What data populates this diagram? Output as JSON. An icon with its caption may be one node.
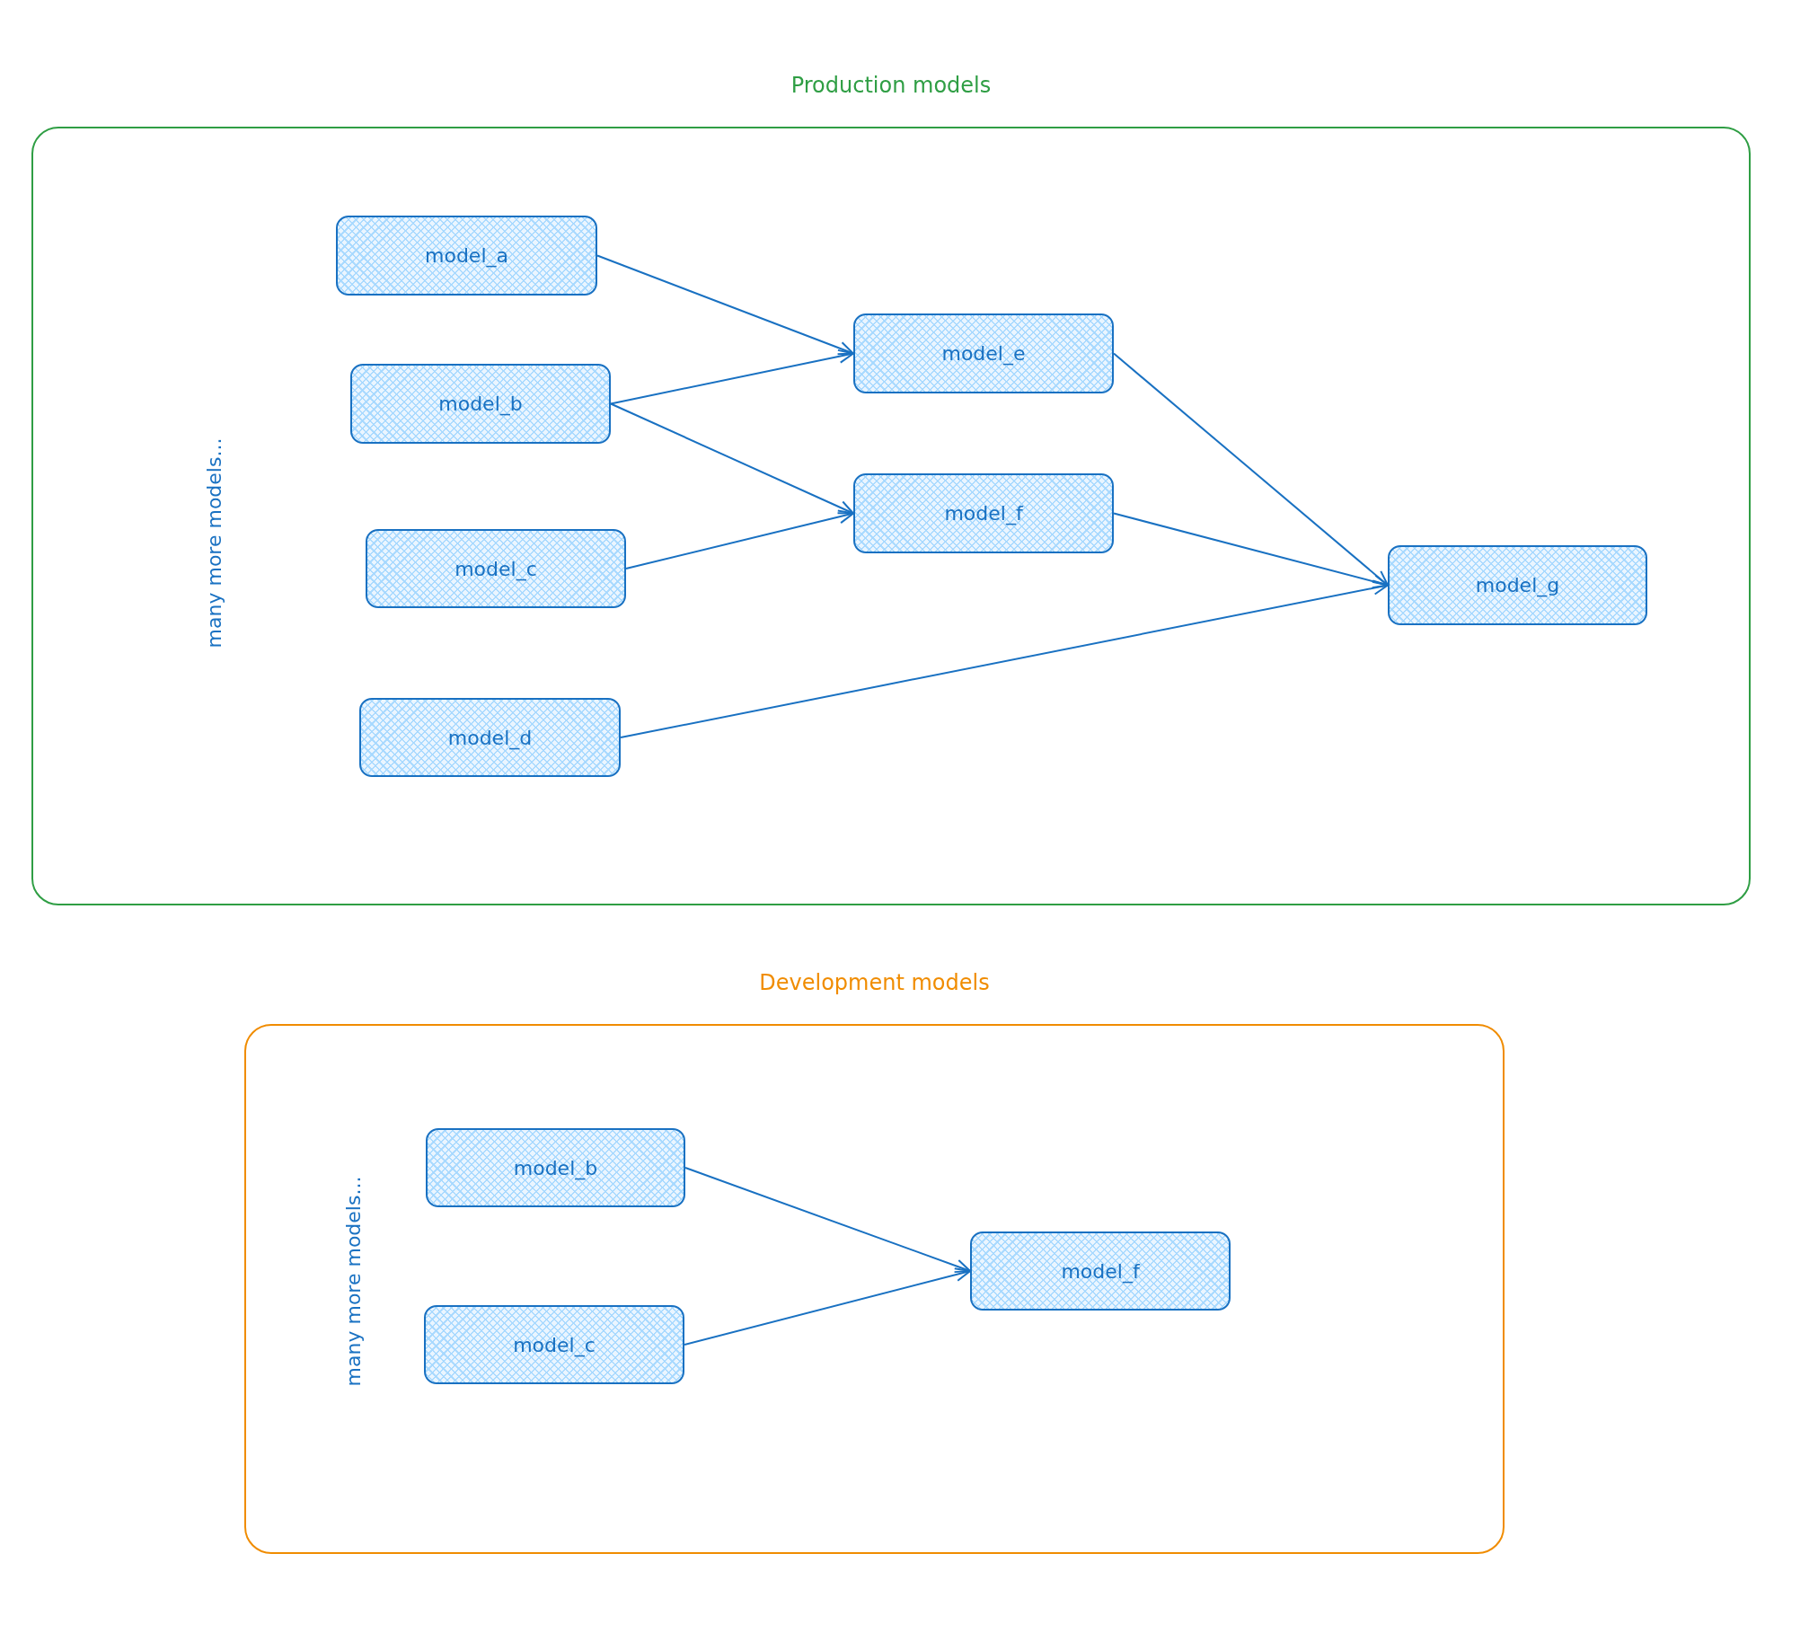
{
  "diagram": {
    "nodes": [
      {
        "text": [
          "Production models"
        ]
      },
      {
        "text": [
          "model_a"
        ],
        "in": 0
      },
      {
        "text": [
          "model_b"
        ],
        "in": 0
      },
      {
        "text": [
          "model_c"
        ],
        "in": 0
      },
      {
        "text": [
          "model_d"
        ],
        "in": 0
      },
      {
        "text": [
          "model_e"
        ],
        "in": 0
      },
      {
        "text": [
          "model_f"
        ],
        "in": 0
      },
      {
        "text": [
          "model_g"
        ],
        "in": 0
      },
      {
        "text": [
          "Development models"
        ]
      },
      {
        "text": [
          "model_b"
        ],
        "in": 8
      },
      {
        "text": [
          "model_c"
        ],
        "in": 8
      },
      {
        "text": [
          "model_f"
        ],
        "in": 8
      }
    ],
    "edges": [
      {
        "from": 1,
        "to": 5,
        "arrow": "to"
      },
      {
        "from": 2,
        "to": 5,
        "arrow": "to"
      },
      {
        "from": 2,
        "to": 6,
        "arrow": "to"
      },
      {
        "from": 3,
        "to": 6,
        "arrow": "to"
      },
      {
        "from": 5,
        "to": 7,
        "arrow": "to"
      },
      {
        "from": 6,
        "to": 7,
        "arrow": "to"
      },
      {
        "from": 4,
        "to": 7,
        "arrow": "to"
      },
      {
        "from": 9,
        "to": 11,
        "arrow": "to"
      },
      {
        "from": 10,
        "to": 11,
        "arrow": "to"
      }
    ],
    "labels": [
      "many more models...",
      "many more models..."
    ]
  }
}
